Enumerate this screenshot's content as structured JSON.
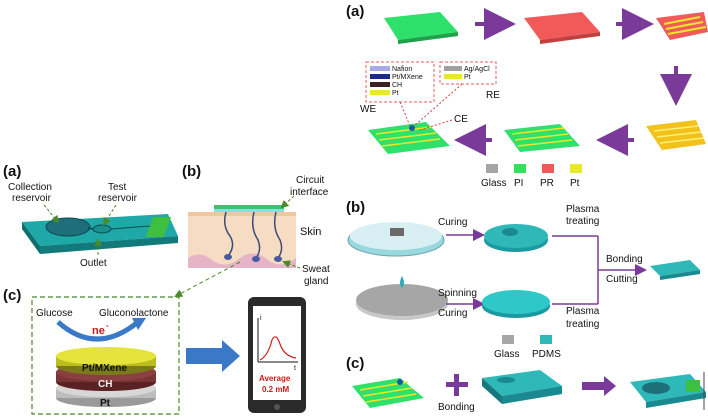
{
  "left": {
    "panel_a": {
      "label": "(a)",
      "collection": [
        "Collection",
        "reservoir"
      ],
      "test": [
        "Test",
        "reservoir"
      ],
      "outlet": "Outlet"
    },
    "panel_b": {
      "label": "(b)",
      "circuit": [
        "Circuit",
        "interface"
      ],
      "skin": "Skin",
      "sweat": [
        "Sweat",
        "gland"
      ]
    },
    "panel_c": {
      "label": "(c)",
      "glucose": "Glucose",
      "gluconolactone": "Gluconolactone",
      "electron": "ne",
      "electron_sup": "-",
      "layers": [
        "Pt/MXene",
        "CH",
        "Pt"
      ],
      "phone_average": "Average",
      "phone_value": "0.2 mM",
      "axis_i": "i",
      "axis_t": "t"
    }
  },
  "right": {
    "panel_a": {
      "label": "(a)",
      "we": "WE",
      "re": "RE",
      "ce": "CE",
      "we_layers": [
        "Nafion",
        "Pt/MXene",
        "CH",
        "Pt"
      ],
      "re_layers": [
        "Ag/AgCl",
        "Pt"
      ],
      "legend": [
        {
          "label": "Glass",
          "color": "#a6a6a6"
        },
        {
          "label": "PI",
          "color": "#33e05a"
        },
        {
          "label": "PR",
          "color": "#f25a5a"
        },
        {
          "label": "Pt",
          "color": "#e9e92a"
        }
      ]
    },
    "panel_b": {
      "label": "(b)",
      "curing": "Curing",
      "plasma": [
        "Plasma",
        "treating"
      ],
      "bonding": "Bonding",
      "cutting": "Cutting",
      "spinning": "Spinning",
      "legend": [
        {
          "label": "Glass",
          "color": "#a6a6a6"
        },
        {
          "label": "PDMS",
          "color": "#2fb8b8"
        }
      ]
    },
    "panel_c": {
      "label": "(c)",
      "bonding": "Bonding"
    }
  }
}
